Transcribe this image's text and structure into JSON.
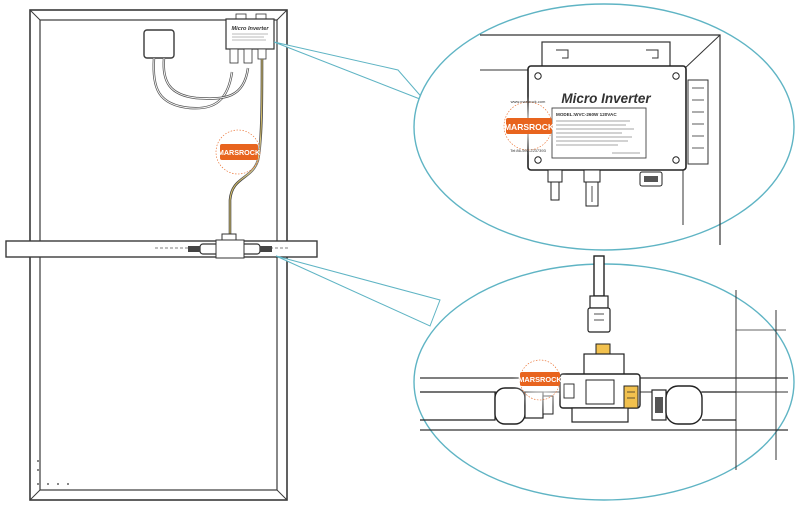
{
  "panel": {
    "inverter_label": "Micro Inverter"
  },
  "detail_top": {
    "title": "Micro Inverter",
    "model_line": "MODEL:WVC-260W 120VAC"
  },
  "watermark": {
    "brand": "MARSROCK",
    "url_text": "www.marsrock.com",
    "tel_text": "Tel:86-592-2237393"
  },
  "colors": {
    "outline": "#3a3a3a",
    "callout": "#5fb4c4",
    "logo_orange": "#e8641e",
    "connector_yellow": "#f2c14e"
  }
}
